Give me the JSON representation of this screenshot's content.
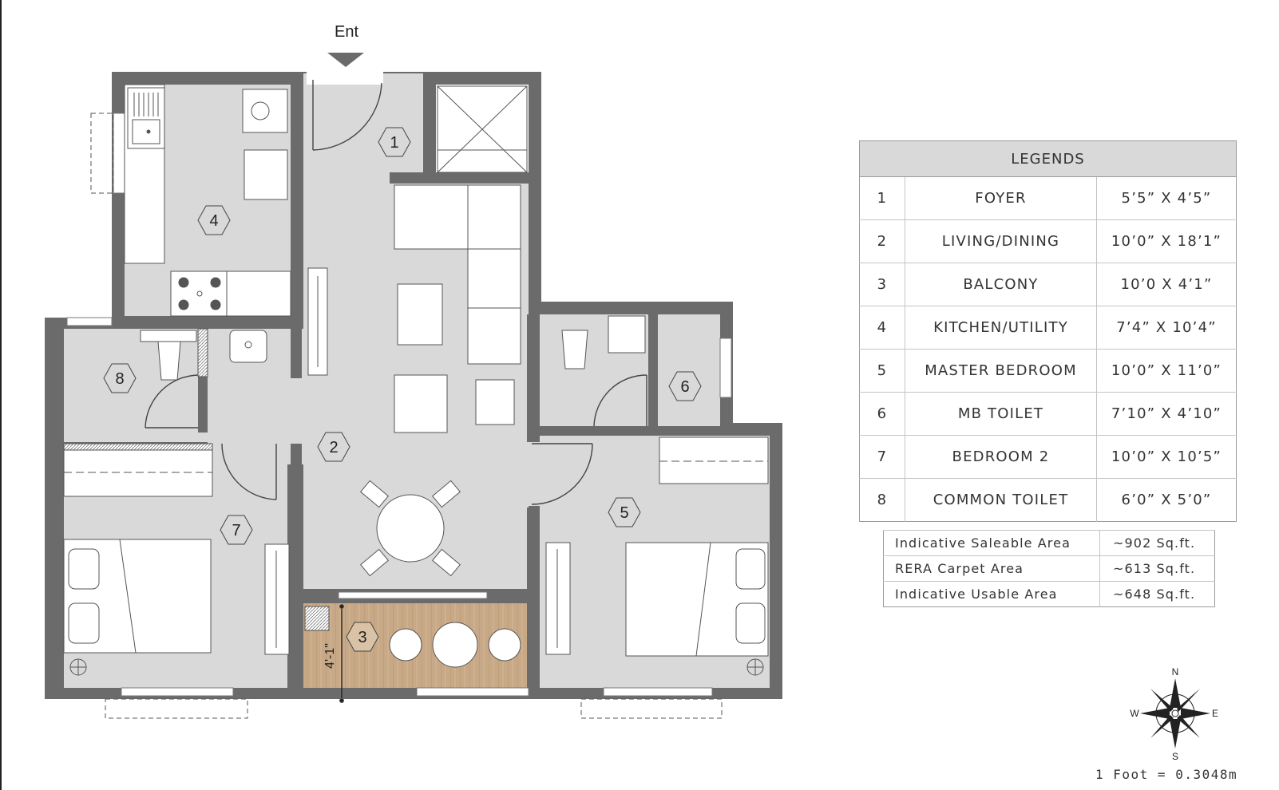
{
  "plan": {
    "entrance_label": "Ent",
    "balcony_dimension": "4'-1\"",
    "room_markers": [
      "1",
      "2",
      "3",
      "4",
      "5",
      "6",
      "7",
      "8"
    ]
  },
  "legend": {
    "title": "LEGENDS",
    "rows": [
      {
        "num": "1",
        "name": "FOYER",
        "dim": "5’5” X 4’5”"
      },
      {
        "num": "2",
        "name": "LIVING/DINING",
        "dim": "10’0” X 18’1”"
      },
      {
        "num": "3",
        "name": "BALCONY",
        "dim": "10’0 X 4’1”"
      },
      {
        "num": "4",
        "name": "KITCHEN/UTILITY",
        "dim": "7’4” X 10’4”"
      },
      {
        "num": "5",
        "name": "MASTER BEDROOM",
        "dim": "10’0” X 11’0”"
      },
      {
        "num": "6",
        "name": "MB TOILET",
        "dim": "7’10” X 4’10”"
      },
      {
        "num": "7",
        "name": "BEDROOM 2",
        "dim": "10’0” X 10’5”"
      },
      {
        "num": "8",
        "name": "COMMON TOILET",
        "dim": "6’0” X 5’0”"
      }
    ]
  },
  "areas": [
    {
      "label": "Indicative Saleable Area",
      "value": "~902 Sq.ft."
    },
    {
      "label": "RERA Carpet Area",
      "value": "~613 Sq.ft."
    },
    {
      "label": "Indicative Usable Area",
      "value": "~648 Sq.ft."
    }
  ],
  "compass": {
    "n": "N",
    "s": "S",
    "e": "E",
    "w": "W"
  },
  "scale_note": "1 Foot = 0.3048m",
  "colors": {
    "wall": "#6b6b6b",
    "floor": "#d9d9d9",
    "balcony": "#c8a987",
    "furniture": "#ffffff"
  }
}
